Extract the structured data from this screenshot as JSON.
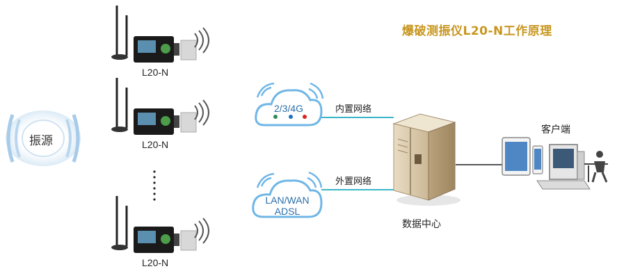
{
  "title": "爆破测振仪L20-N工作原理",
  "source": {
    "label": "振源"
  },
  "devices": [
    {
      "label": "L20-N"
    },
    {
      "label": "L20-N"
    },
    {
      "label": "L20-N"
    }
  ],
  "networks": [
    {
      "cloud_text_line1": "2/3/4G",
      "cloud_text_line2": "",
      "link_label": "内置网络"
    },
    {
      "cloud_text_line1": "LAN/WAN",
      "cloud_text_line2": "ADSL",
      "link_label": "外置网络"
    }
  ],
  "data_center": {
    "label": "数据中心"
  },
  "client": {
    "label": "客户端"
  },
  "colors": {
    "title": "#c8961e",
    "link_line": "#3ab5c8",
    "wave": "#9fc7e6",
    "cloud": "#6fb6e6"
  }
}
